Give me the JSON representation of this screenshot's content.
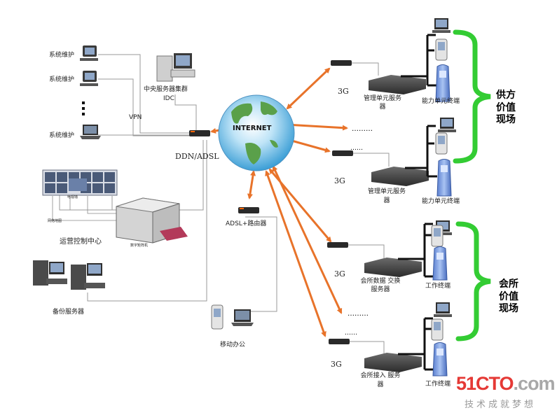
{
  "colors": {
    "link": "#e8732a",
    "bracket": "#33cc33",
    "line": "#999999",
    "accent": "#ff6600"
  },
  "left": {
    "maint_1": "系统维护",
    "maint_2": "系统维护",
    "maint_3": "系统维护",
    "central_1": "中央服务器集群",
    "central_2": "IDC",
    "vpn": "VPN",
    "ddn": "DDN/ADSL",
    "ops_center": "运营控制中心",
    "video_wall_label": "电视墙",
    "video_net_label": "网络地图",
    "matrix_label": "数字矩阵机",
    "backup": "备份服务器"
  },
  "center": {
    "internet": "INTERNET",
    "adsl_router": "ADSL+路由器",
    "mobile_office": "移动办公"
  },
  "right": {
    "g1": "3G",
    "g2": "3G",
    "g3": "3G",
    "g4": "3G",
    "mgmt_server_1a": "管理单元服务",
    "mgmt_server_1b": "器",
    "mgmt_server_2a": "管理单元服务",
    "mgmt_server_2b": "器",
    "capability_1": "能力单元终端",
    "capability_2": "能力单元终端",
    "club_data_a": "会所数据 交换",
    "club_data_b": "服务器",
    "club_access_a": "会所接入 服务",
    "club_access_b": "器",
    "work_terminal_1": "工作终端",
    "work_terminal_2": "工作终端",
    "dots": "………",
    "small_dots": "……",
    "supply_1": "供方",
    "supply_2": "价值",
    "supply_3": "现场",
    "club_1": "会所",
    "club_2": "价值",
    "club_3": "现场"
  },
  "watermark": {
    "brand_num": "51CTO",
    "brand_dom": ".com",
    "slogan": "技术成就梦想"
  }
}
